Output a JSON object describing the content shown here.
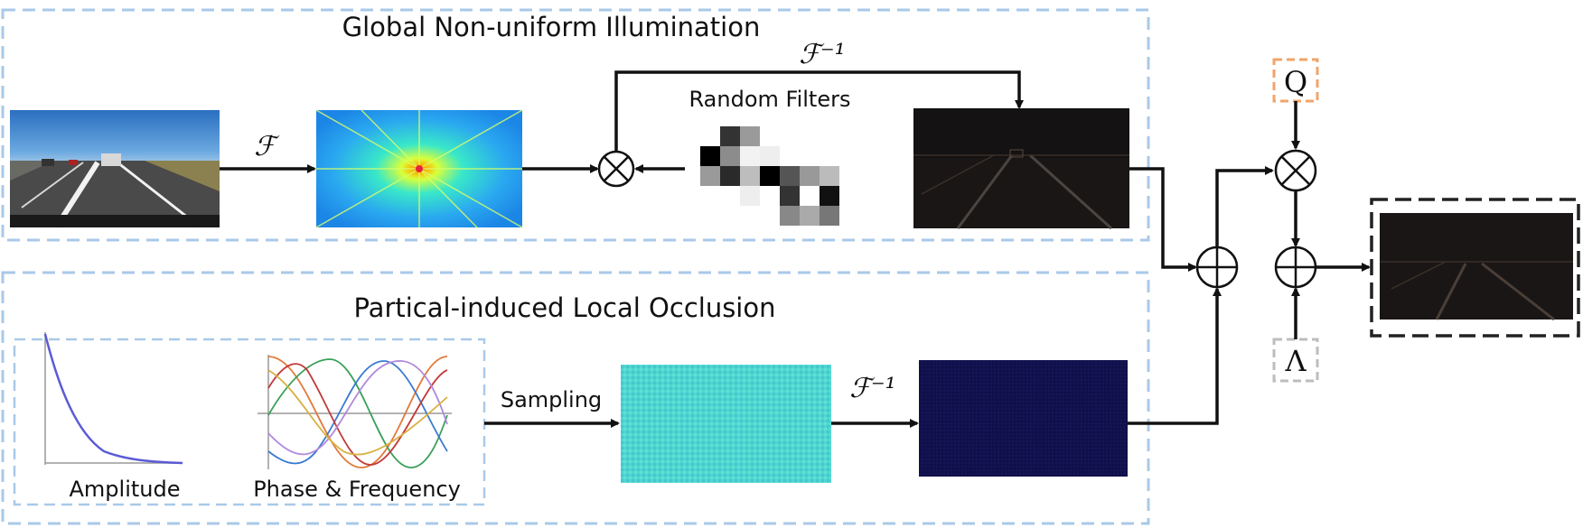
{
  "panels": {
    "global_title": "Global Non-uniform Illumination",
    "local_title": "Partical-induced Local Occlusion"
  },
  "labels": {
    "fourier": "ℱ",
    "inverse_fourier_top": "ℱ⁻¹",
    "inverse_fourier_bottom": "ℱ⁻¹",
    "random_filters": "Random Filters",
    "sampling": "Sampling",
    "amplitude": "Amplitude",
    "phase_frequency": "Phase & Frequency",
    "q": "Q",
    "lambda": "Λ"
  },
  "colors": {
    "panel_border": "#a9c9e8",
    "q_border": "#f2a46a",
    "lambda_border": "#bdbdbd",
    "output_border": "#222222",
    "amplitude_curve": "#5b5bd6",
    "spectrum_center": "#e8223a",
    "noise_spectrum": "#4fd6d0",
    "occlusion_image": "#12124a"
  },
  "icons": {
    "multiply": "circled-times-icon",
    "add": "circled-plus-icon"
  }
}
